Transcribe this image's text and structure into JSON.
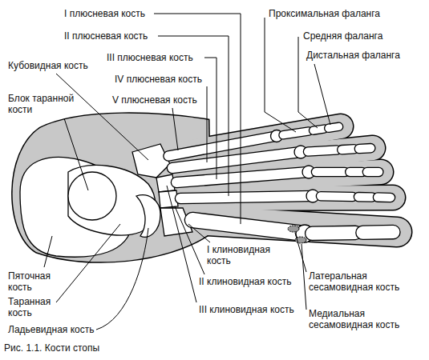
{
  "diagram": {
    "caption": "Рис. 1.1. Кости стопы",
    "labels": [
      "I плюсневая кость",
      "II плюсневая кость",
      "III плюсневая кость",
      "Кубовидная кость",
      "IV плюсневая кость",
      "Блок таранной кости",
      "V плюсневая кость",
      "Проксимальная фаланга",
      "Средняя фаланга",
      "Дистальная фаланга",
      "Пяточная кость",
      "Таранная кость",
      "Ладьевидная кость",
      "I клиновидная кость",
      "II клиновидная кость",
      "III клиновидная кость",
      "Латеральная сесамовидная кость",
      "Медиальная сесамовидная кость"
    ]
  }
}
